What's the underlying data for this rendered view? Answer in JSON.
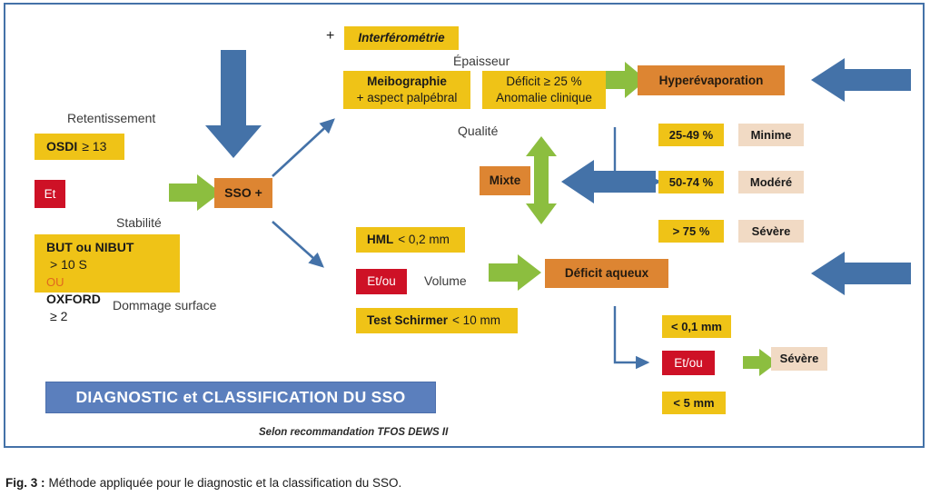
{
  "figure": {
    "caption_label": "Fig. 3 :",
    "caption_text": "Méthode appliquée pour le diagnostic et la classification du SSO.",
    "frame_color": "#4472A8"
  },
  "palette": {
    "yellow": "#EFC317",
    "orange": "#DD8532",
    "red": "#CE1126",
    "tan": "#F1DAC4",
    "blue": "#4472A8",
    "green": "#8CBE3F",
    "banner_blue": "#5B7FBD"
  },
  "left_column": {
    "label_retentissement": "Retentissement",
    "osdi_strong": "OSDI",
    "osdi_value": "≥ 13",
    "connector_et": "Et",
    "label_stabilite": "Stabilité",
    "but_strong": "BUT ou NIBUT",
    "but_value": "> 10 S",
    "ou": "OU",
    "oxford_strong": "OXFORD",
    "oxford_value": "≥ 2",
    "label_dommage": "Dommage surface"
  },
  "center": {
    "sso_node": "SSO +"
  },
  "evaporative_branch": {
    "plus_sign": "+",
    "interferometrie": "Interférométrie",
    "label_epaisseur": "Épaisseur",
    "meibographie_strong": "Meibographie",
    "meibographie_sub": "+ aspect palpébral",
    "deficit_line1": "Déficit ≥ 25 %",
    "deficit_line2": "Anomalie clinique",
    "outcome": "Hyperévaporation",
    "label_qualite": "Qualité",
    "mixte": "Mixte"
  },
  "severity_scale": {
    "rows": [
      {
        "range": "25-49 %",
        "grade": "Minime"
      },
      {
        "range": "50-74 %",
        "grade": "Modéré"
      },
      {
        "range": "> 75 %",
        "grade": "Sévère"
      }
    ]
  },
  "aqueous_branch": {
    "hml_strong": "HML",
    "hml_value": "< 0,2 mm",
    "connector_etou": "Et/ou",
    "label_volume": "Volume",
    "schirmer_strong": "Test Schirmer",
    "schirmer_value": "< 10 mm",
    "outcome": "Déficit aqueux"
  },
  "aqueous_severity": {
    "upper": "< 0,1 mm",
    "connector_etou": "Et/ou",
    "lower": "< 5 mm",
    "grade": "Sévère"
  },
  "banner": {
    "title": "DIAGNOSTIC et CLASSIFICATION DU SSO",
    "credit": "Selon recommandation TFOS DEWS II"
  }
}
